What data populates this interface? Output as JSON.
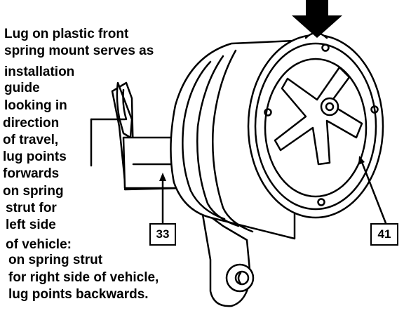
{
  "caption": {
    "lines": [
      "Lug on plastic front",
      "spring mount serves as",
      "installation",
      "guide",
      "looking in",
      "direction",
      "of travel,",
      "lug points",
      "forwards",
      "on spring",
      "strut for",
      "left side",
      "of vehicle:",
      "on spring strut",
      "for right side of vehicle,",
      "lug points backwards."
    ]
  },
  "callouts": {
    "part_33": "33",
    "part_41": "41"
  },
  "colors": {
    "line": "#000000",
    "background": "#ffffff"
  }
}
